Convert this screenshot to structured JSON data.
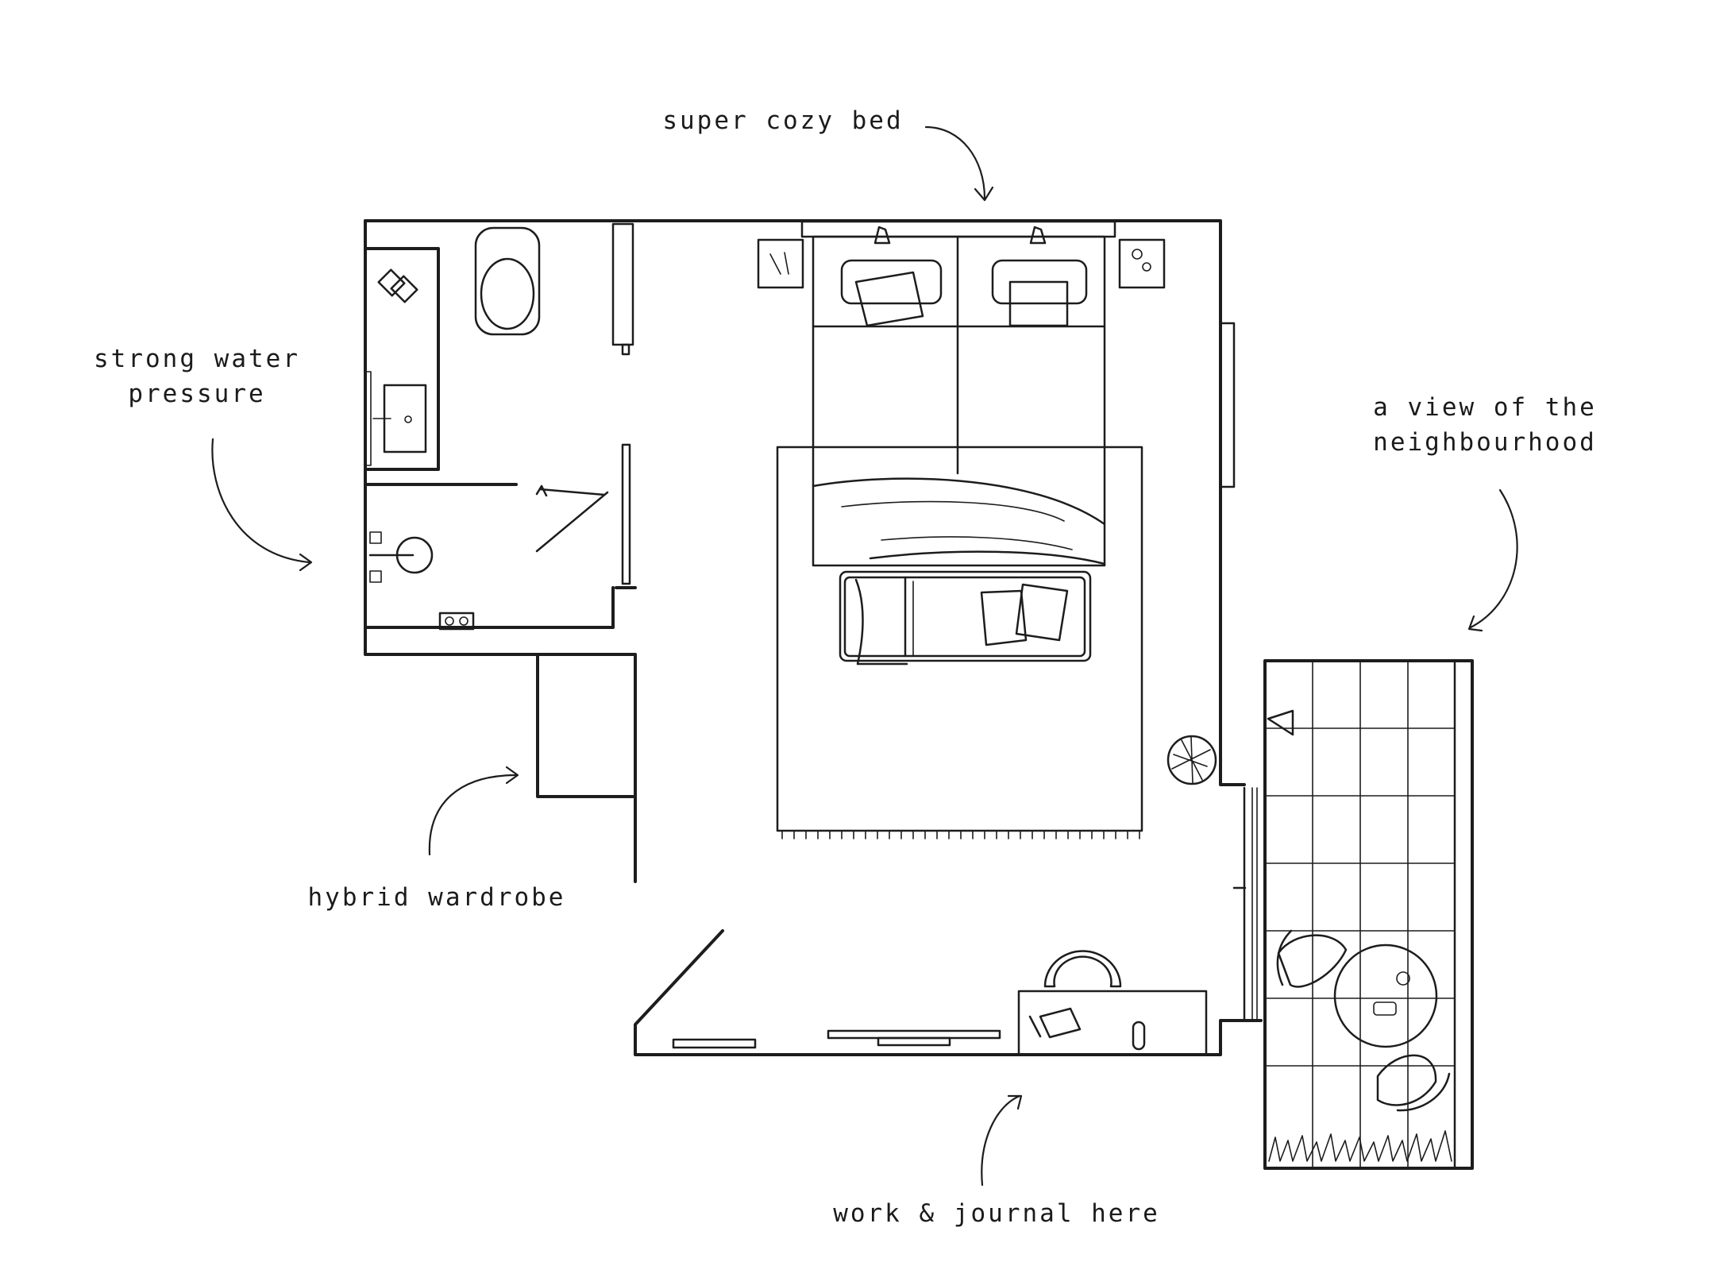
{
  "annotations": {
    "bed": "super cozy bed",
    "water": "strong water\npressure",
    "view": "a view of the\nneighbourhood",
    "wardrobe": "hybrid wardrobe",
    "work": "work & journal here"
  },
  "colors": {
    "ink": "#1d1d1d",
    "background": "#ffffff"
  }
}
